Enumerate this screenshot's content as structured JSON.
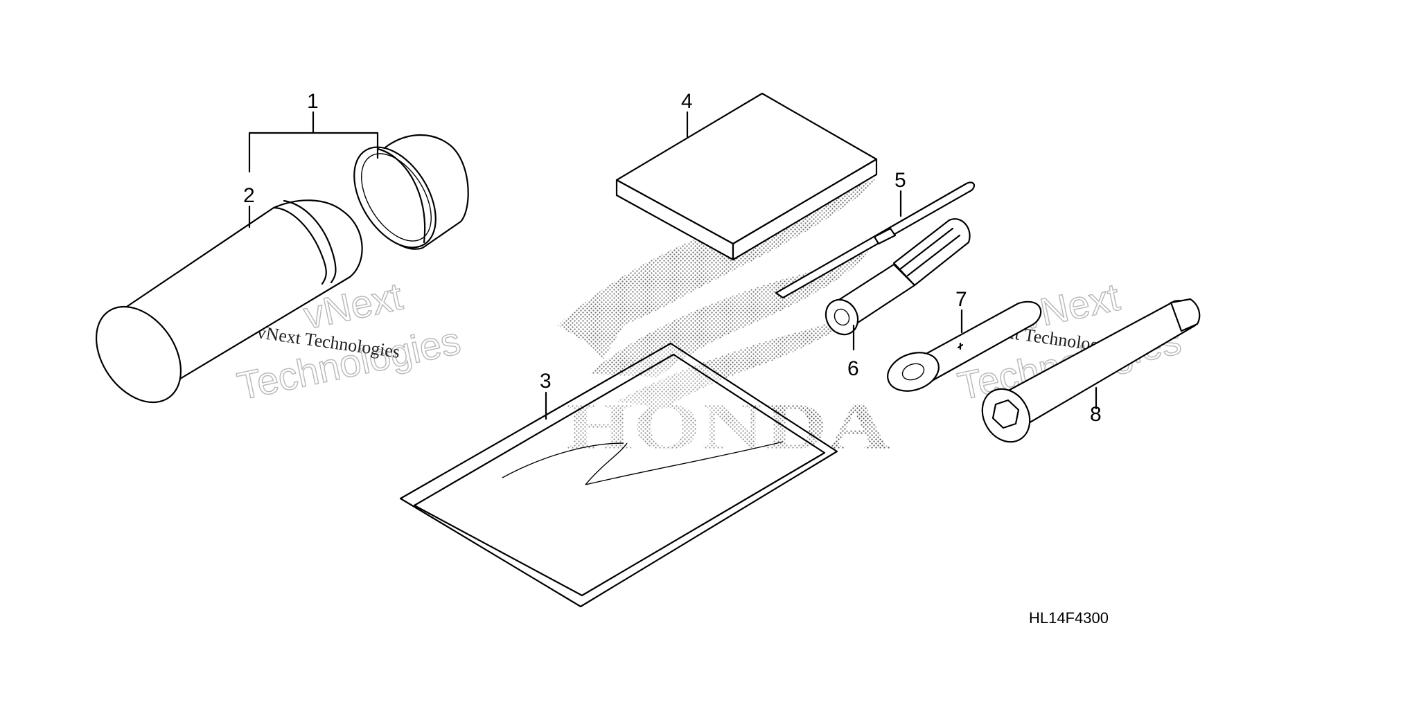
{
  "diagram": {
    "callouts": {
      "p1": "1",
      "p2": "2",
      "p3": "3",
      "p4": "4",
      "p5": "5",
      "p6": "6",
      "p7": "7",
      "p8": "8"
    },
    "drawing_code": "HL14F4300",
    "logo_text": "HONDA",
    "watermark": {
      "small": "vNext Technologies",
      "big_line1": "vNext",
      "big_line2": "Technologies"
    }
  }
}
